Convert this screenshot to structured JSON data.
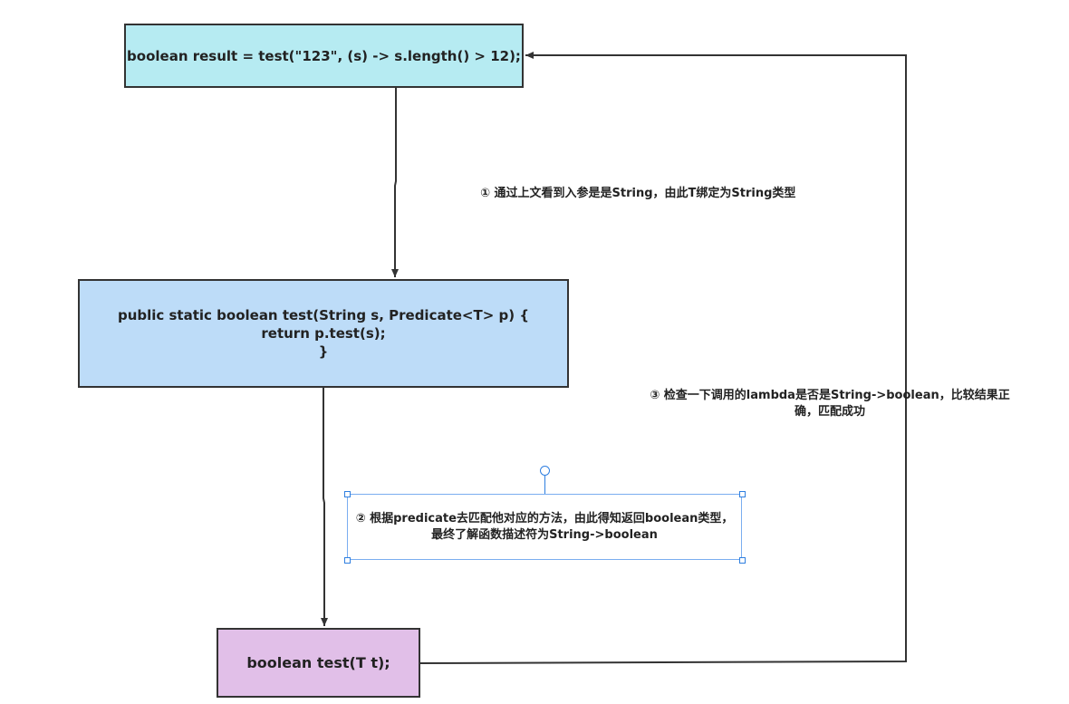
{
  "colors": {
    "node_1_fill": "#b6ebf2",
    "node_2_fill": "#bddcf8",
    "node_3_fill": "#e1bfe8",
    "edge": "#333333",
    "selection": "#2f7fe0"
  },
  "nodes": {
    "call": {
      "lines": [
        "boolean result = test(\"123\", (s) -> s.length() > 12);"
      ]
    },
    "method": {
      "lines": [
        "public static boolean test(String s, Predicate<T> p) {",
        "return p.test(s);",
        "}"
      ]
    },
    "functional": {
      "lines": [
        "boolean test(T t);"
      ]
    }
  },
  "notes": {
    "step1": "① 通过上文看到入参是是String，由此T绑定为String类型",
    "step2": {
      "lines": [
        "② 根据predicate去匹配他对应的方法，由此得知返回boolean类型，",
        "最终了解函数描述符为String->boolean"
      ]
    },
    "step3": {
      "lines": [
        "③ 检查一下调用的lambda是否是String->boolean，比较结果正",
        "确，匹配成功"
      ]
    }
  }
}
